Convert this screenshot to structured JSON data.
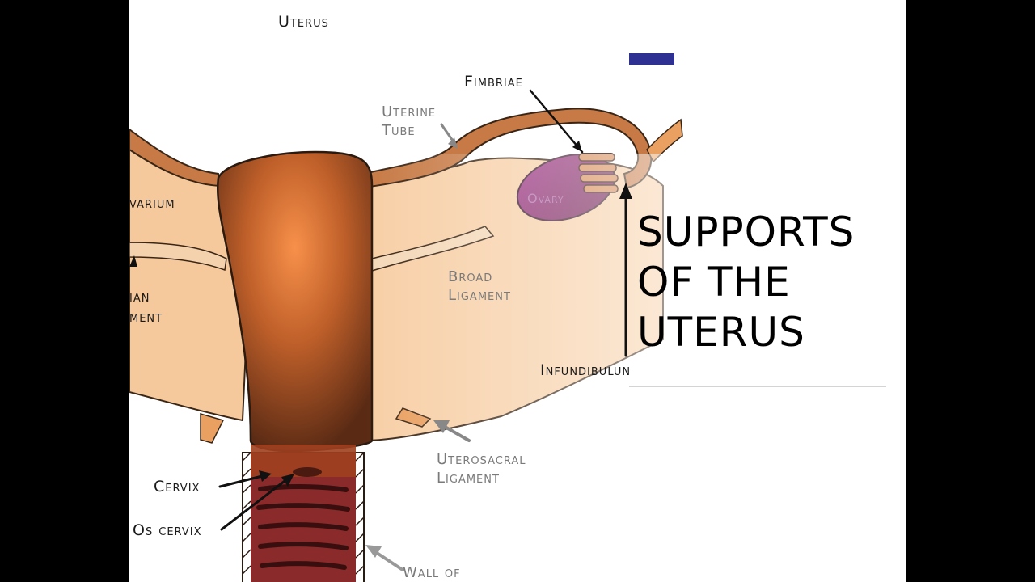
{
  "slide": {
    "headline_lines": [
      "SUPPORTS",
      "OF THE",
      "UTERUS"
    ],
    "accent_color": "#2e3192",
    "background_color": "#ffffff",
    "letterbox_color": "#000000"
  },
  "diagram": {
    "title": "Uterus",
    "labels": {
      "fimbriae": "Fimbriae",
      "uterine_tube": [
        "Uterine",
        "Tube"
      ],
      "ovarium": "varium",
      "ovary": "Ovary",
      "broad_ligament": [
        "Broad",
        "Ligament"
      ],
      "round_ligament": [
        "ian",
        "ment"
      ],
      "infundibulum": "Infundibulun",
      "uterosacral_ligament": [
        "Uterosacral",
        "Ligament"
      ],
      "cervix": "Cervix",
      "os_cervix": "Os cervix",
      "wall_of": "Wall of"
    },
    "colors": {
      "uterus_body": "#7a3a1a",
      "uterus_glow": "#f08a3a",
      "ligament_tissue": "#f7cfa6",
      "tube": "#c77a45",
      "ovary": "#8a2a6a",
      "outline": "#2a1a10"
    }
  }
}
